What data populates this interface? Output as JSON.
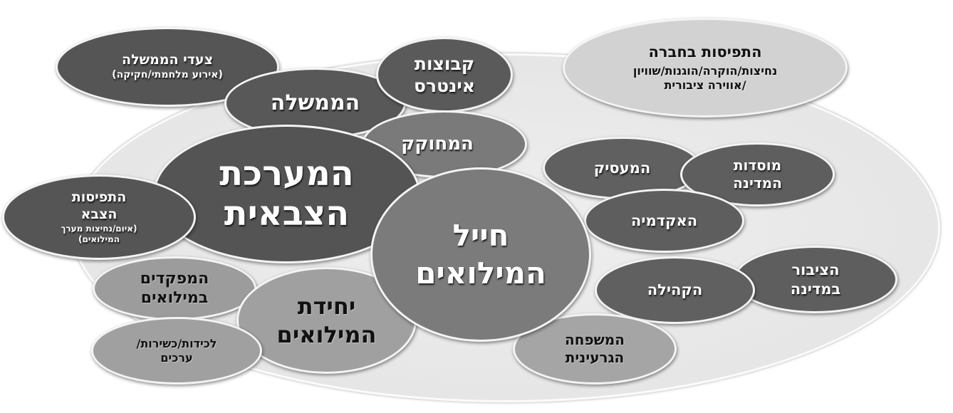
{
  "nodes": {
    "gov_steps": {
      "title": "צעדי הממשלה",
      "sub": "(אירוע מלחמתי/חקיקה)"
    },
    "interest_groups": {
      "line1": "קבוצות",
      "line2": "אינטרס"
    },
    "society_perceptions": {
      "title": "התפיסות בחברה",
      "line1": "נחיצות/הוקרה/הוגנות/שוויון",
      "line2": "/אווירה ציבורית"
    },
    "government": {
      "title": "הממשלה"
    },
    "legislator": {
      "title": "המחוקק"
    },
    "military_system": {
      "line1": "המערכת",
      "line2": "הצבאית"
    },
    "army_perceptions": {
      "line1": "התפיסות",
      "line2": "הצבא",
      "sub1": "(איום/נחיצות מערך",
      "sub2": "המילואים)"
    },
    "employer": {
      "title": "המעסיק"
    },
    "state_institutions": {
      "line1": "מוסדות",
      "line2": "המדינה"
    },
    "academia": {
      "title": "האקדמיה"
    },
    "reservist": {
      "line1": "חייל",
      "line2": "המילואים"
    },
    "reserve_commanders": {
      "line1": "המפקדים",
      "line2": "במילואים"
    },
    "reserve_unit": {
      "line1": "יחידת",
      "line2": "המילואים"
    },
    "cohesion": {
      "line1": "לכידות/כשירות/",
      "line2": "ערכים"
    },
    "community": {
      "title": "הקהילה"
    },
    "public": {
      "line1": "הציבור",
      "line2": "במדינה"
    },
    "nuclear_family": {
      "line1": "המשפחה",
      "line2": "הגרעינית"
    }
  },
  "colors": {
    "dark": "#585858",
    "medium": "#7a7a7a",
    "light": "#a0a0a0",
    "pale": "#d2d2d2"
  }
}
